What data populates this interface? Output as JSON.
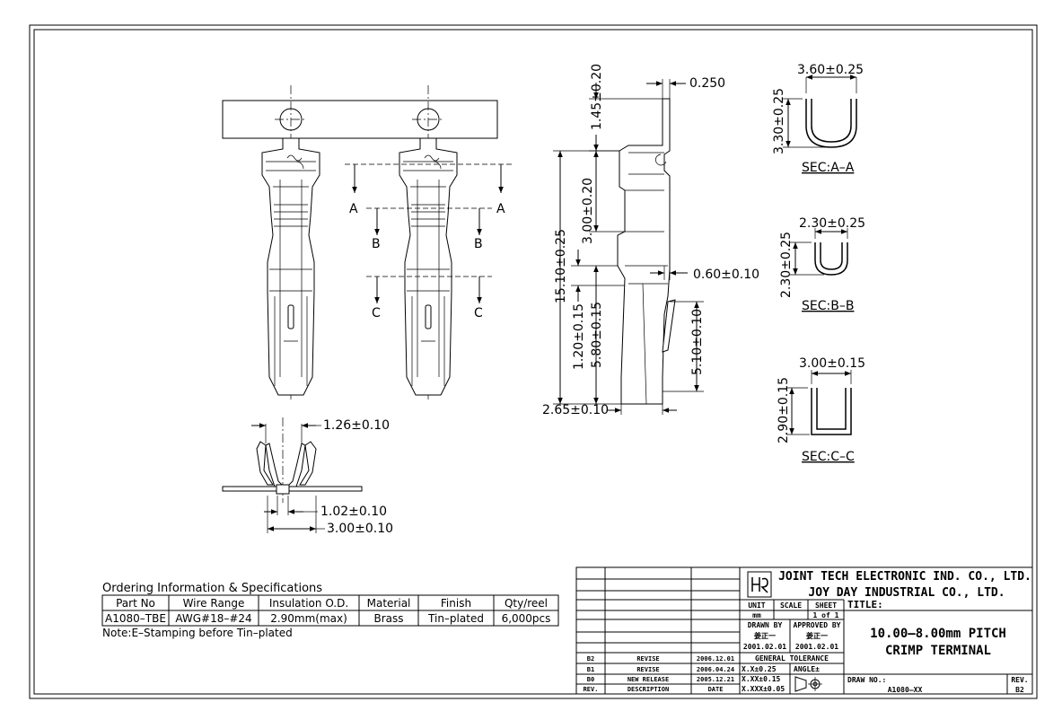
{
  "dimensions": {
    "feature_width": "1.26±0.10",
    "slot_width": "1.02±0.10",
    "overall_width": "3.00±0.10",
    "tab_height": "1.45±0.20",
    "thickness": "0.250",
    "contact_length": "3.00±0.20",
    "total_length": "15.10±0.25",
    "lance_gap": "0.60±0.10",
    "tip_length": "1.20±0.15",
    "barrel_length": "5.80±0.15",
    "insulation_length": "5.10±0.10",
    "height": "2.65±0.10"
  },
  "section_labels": {
    "a": "A",
    "b": "B",
    "c": "C"
  },
  "sections": [
    {
      "title": "SEC:A–A",
      "width": "3.60±0.25",
      "height": "3.30±0.25"
    },
    {
      "title": "SEC:B–B",
      "width": "2.30±0.25",
      "height": "2.30±0.25"
    },
    {
      "title": "SEC:C–C",
      "width": "3.00±0.15",
      "height": "2.90±0.15"
    }
  ],
  "ordering": {
    "title": "Ordering Information & Specifications",
    "headers": [
      "Part No",
      "Wire Range",
      "Insulation O.D.",
      "Material",
      "Finish",
      "Qty/reel"
    ],
    "row": [
      "A1080–TBE",
      "AWG#18–#24",
      "2.90mm(max)",
      "Brass",
      "Tin–plated",
      "6,000pcs"
    ],
    "note": "Note:E–Stamping before Tin–plated"
  },
  "title_block": {
    "company_1": "JOINT TECH ELECTRONIC IND. CO., LTD.",
    "company_2": "JOY DAY INDUSTRIAL CO., LTD.",
    "unit_label": "UNIT",
    "scale_label": "SCALE",
    "sheet_label": "SHEET",
    "unit_value": "mm",
    "sheet_value": "1 of 1",
    "drawn_by_label": "DRAWN BY",
    "approved_by_label": "APPROVED BY",
    "drawn_name": "姜正一",
    "approved_name": "姜正一",
    "drawn_date": "2001.02.01",
    "approved_date": "2001.02.01",
    "general_tolerance": "GENERAL TOLERANCE",
    "tol_1": "X.X±0.25",
    "tol_2": "X.XX±0.15",
    "tol_3": "X.XXX±0.05",
    "angle_label": "ANGLE±",
    "title_label": "TITLE:",
    "title_line_1": "10.00–8.00mm PITCH",
    "title_line_2": "CRIMP TERMINAL",
    "draw_no_label": "DRAW NO.:",
    "draw_no": "A1080–XX",
    "rev_label": "REV.",
    "rev_value": "B2",
    "revisions": [
      {
        "rev": "B2",
        "desc": "REVISE",
        "date": "2006.12.01"
      },
      {
        "rev": "B1",
        "desc": "REVISE",
        "date": "2006.04.24"
      },
      {
        "rev": "B0",
        "desc": "NEW RELEASE",
        "date": "2005.12.21"
      }
    ],
    "rev_header": "REV.",
    "desc_header": "DESCRIPTION",
    "date_header": "DATE"
  }
}
